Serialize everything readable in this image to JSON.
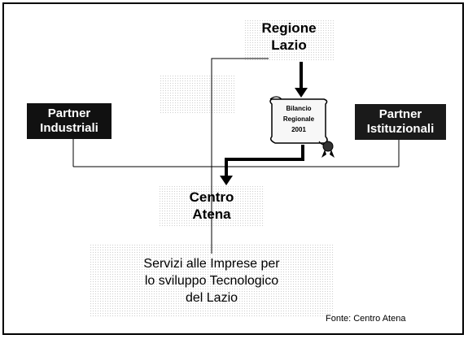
{
  "diagram": {
    "regione": "Regione\nLazio",
    "bilancio": "Bilancio\nRegionale\n2001",
    "partner_industriali": "Partner\nIndustriali",
    "partner_istituzionali": "Partner\nIstituzionali",
    "centro": "Centro\nAtena",
    "servizi": "Servizi alle Imprese per\nlo sviluppo Tecnologico\ndel Lazio",
    "fonte": "Fonte: Centro Atena"
  },
  "colors": {
    "box_fill": "#111111",
    "box_text": "#ffffff",
    "line": "#000000",
    "background": "#ffffff"
  }
}
